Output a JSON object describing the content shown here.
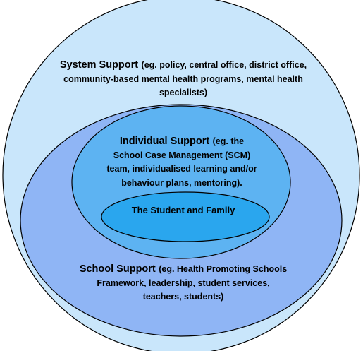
{
  "rings": {
    "system": {
      "title": "System Support",
      "detail": "(eg. policy, central office, district office, community-based mental health programs, mental health specialists)",
      "fill": "#c9e6fb"
    },
    "school": {
      "title": "School Support",
      "detail": "(eg. Health Promoting Schools Framework, leadership, student services, teachers, students)",
      "fill": "#8fb5f5"
    },
    "individual": {
      "title": "Individual Support",
      "detail": "(eg. the School Case Management (SCM) team, individualised learning and/or behaviour plans, mentoring).",
      "fill": "#5db3f2"
    },
    "student": {
      "label": "The Student and Family",
      "fill": "#2aa6ee"
    }
  },
  "outline_color": "#000000"
}
